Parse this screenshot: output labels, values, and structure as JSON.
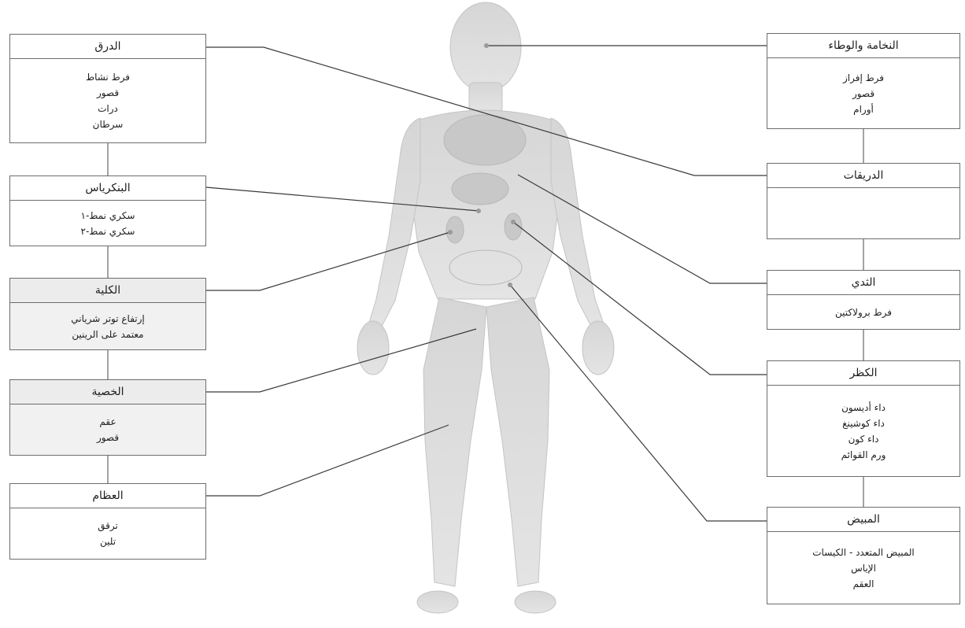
{
  "organs": [
    {
      "id": "thyroid",
      "title": "الدرق",
      "items": [
        "فرط نشاط",
        "قصور",
        "درات",
        "سرطان"
      ]
    },
    {
      "id": "pancreas",
      "title": "البنكرياس",
      "items": [
        "سكري نمط-١",
        "سكري نمط-٢"
      ]
    },
    {
      "id": "kidney",
      "title": "الكلية",
      "items": [
        "إرتفاع توتر شرياني",
        "معتمد على الرينين"
      ]
    },
    {
      "id": "testis",
      "title": "الخصية",
      "items": [
        "عقم",
        "قصور"
      ]
    },
    {
      "id": "bones",
      "title": "العظام",
      "items": [
        "ترقق",
        "تلين"
      ]
    },
    {
      "id": "pituitary",
      "title": "النخامة والوطاء",
      "items": [
        "فرط إفراز",
        "قصور",
        "أورام"
      ]
    },
    {
      "id": "parathyroid",
      "title": "الدريقات",
      "items": []
    },
    {
      "id": "breast",
      "title": "الثدي",
      "items": [
        "فرط برولاكتين"
      ]
    },
    {
      "id": "adrenal",
      "title": "الكظر",
      "items": [
        "داء أديسون",
        "داء كوشينغ",
        "داء كون",
        "ورم القوائم"
      ]
    },
    {
      "id": "ovary",
      "title": "المبيض",
      "items": [
        "المبيض المتعدد - الكيسات",
        "الإياس",
        "العقم"
      ]
    }
  ]
}
